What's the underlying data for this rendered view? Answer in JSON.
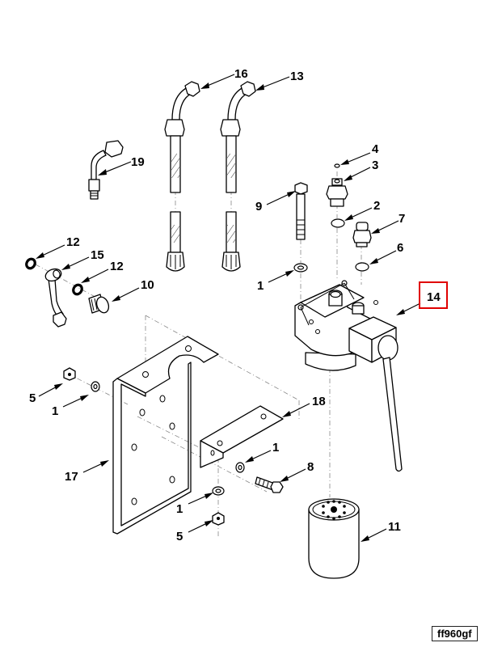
{
  "diagram": {
    "title": "Fuel filter head assembly exploded view",
    "drawing_code": "ff960gf",
    "highlighted_callout": "14",
    "highlight_color": "#e00000",
    "callouts": [
      {
        "id": "c16",
        "label": "16",
        "part": "elbow hose (left)"
      },
      {
        "id": "c13",
        "label": "13",
        "part": "elbow hose (right)"
      },
      {
        "id": "c19",
        "label": "19",
        "part": "elbow fitting"
      },
      {
        "id": "c4",
        "label": "4",
        "part": "o-ring small"
      },
      {
        "id": "c3",
        "label": "3",
        "part": "connector fitting"
      },
      {
        "id": "c9",
        "label": "9",
        "part": "bolt"
      },
      {
        "id": "c2",
        "label": "2",
        "part": "o-ring"
      },
      {
        "id": "c7",
        "label": "7",
        "part": "connector fitting"
      },
      {
        "id": "c6",
        "label": "6",
        "part": "o-ring"
      },
      {
        "id": "c12a",
        "label": "12",
        "part": "sealing washer"
      },
      {
        "id": "c15",
        "label": "15",
        "part": "banjo tube"
      },
      {
        "id": "c12b",
        "label": "12",
        "part": "sealing washer"
      },
      {
        "id": "c10",
        "label": "10",
        "part": "banjo bolt"
      },
      {
        "id": "c1a",
        "label": "1",
        "part": "washer (under bolt 9)"
      },
      {
        "id": "c14",
        "label": "14",
        "part": "filter head"
      },
      {
        "id": "c5a",
        "label": "5",
        "part": "flange nut"
      },
      {
        "id": "c1b",
        "label": "1",
        "part": "washer"
      },
      {
        "id": "c18",
        "label": "18",
        "part": "angle bracket"
      },
      {
        "id": "c17",
        "label": "17",
        "part": "mounting bracket"
      },
      {
        "id": "c1c",
        "label": "1",
        "part": "washer"
      },
      {
        "id": "c8",
        "label": "8",
        "part": "flange bolt"
      },
      {
        "id": "c1d",
        "label": "1",
        "part": "washer"
      },
      {
        "id": "c5b",
        "label": "5",
        "part": "flange nut"
      },
      {
        "id": "c11",
        "label": "11",
        "part": "fuel filter cartridge"
      }
    ]
  }
}
